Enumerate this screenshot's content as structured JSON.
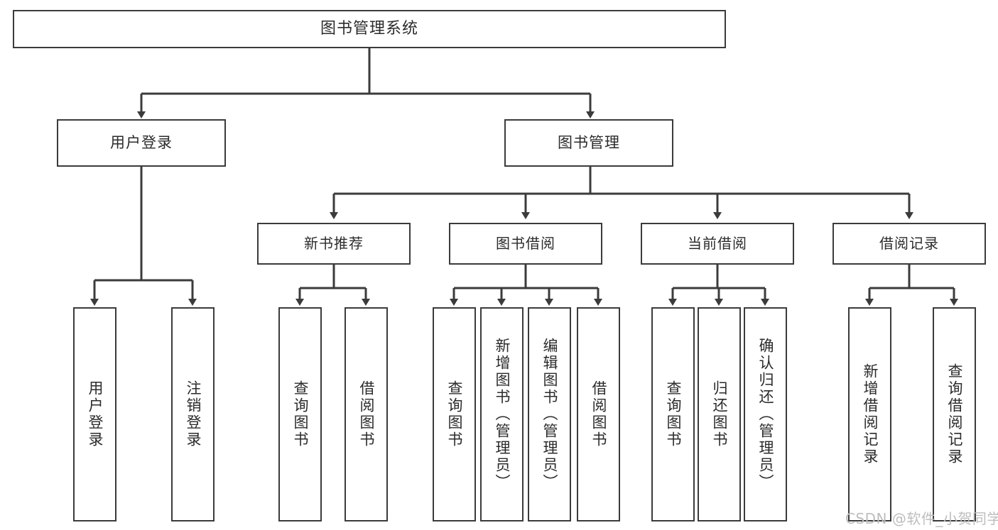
{
  "diagram": {
    "title": "图书管理系统",
    "watermark": "CSDN @软件_小贺同学",
    "colors": {
      "box_border": "#3b3b3b",
      "connector": "#3b3b3b",
      "text": "#2b2b2b",
      "background": "#ffffff",
      "watermark": "#bdbdbd"
    },
    "root": {
      "label": "图书管理系统"
    },
    "level2": [
      {
        "label": "用户登录"
      },
      {
        "label": "图书管理"
      }
    ],
    "level3": [
      {
        "label": "新书推荐"
      },
      {
        "label": "图书借阅"
      },
      {
        "label": "当前借阅"
      },
      {
        "label": "借阅记录"
      }
    ],
    "leaves": {
      "user_login": [
        {
          "label": "用户登录"
        },
        {
          "label": "注销登录"
        }
      ],
      "new_book": [
        {
          "label": "查询图书"
        },
        {
          "label": "借阅图书"
        }
      ],
      "book_borrow": [
        {
          "label": "查询图书"
        },
        {
          "label": "新增图书（管理员）"
        },
        {
          "label": "编辑图书（管理员）"
        },
        {
          "label": "借阅图书"
        }
      ],
      "current_borrow": [
        {
          "label": "查询图书"
        },
        {
          "label": "归还图书"
        },
        {
          "label": "确认归还（管理员）"
        }
      ],
      "borrow_record": [
        {
          "label": "新增借阅记录"
        },
        {
          "label": "查询借阅记录"
        }
      ]
    }
  }
}
